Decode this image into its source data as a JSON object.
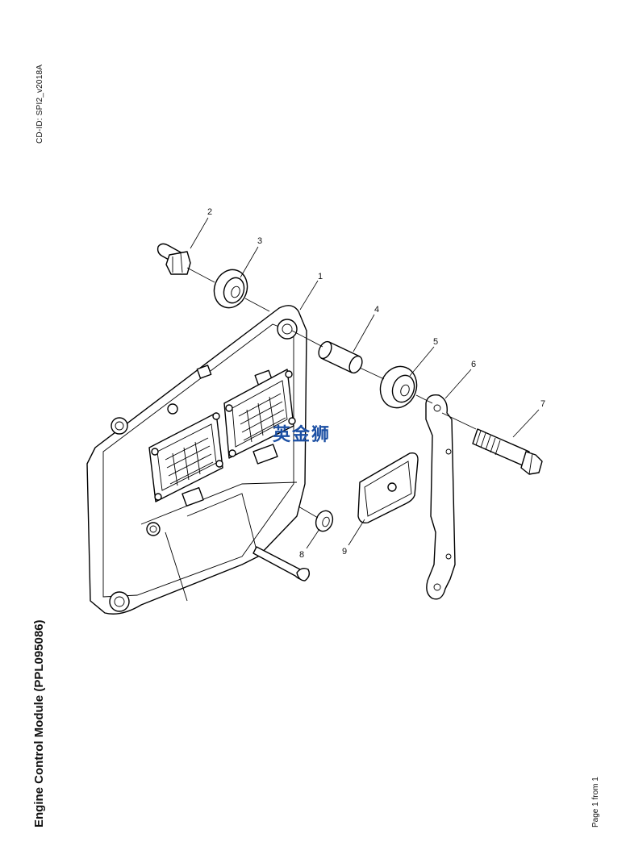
{
  "document": {
    "id_label": "CD-ID: SPI2_v2018A",
    "title": "Engine Control Module (PPL095086)",
    "page_label": "Page 1 from 1"
  },
  "watermark": {
    "text": "英金狮",
    "color": "#1b4fa3"
  },
  "callouts": [
    "1",
    "2",
    "3",
    "4",
    "5",
    "6",
    "7",
    "8",
    "9"
  ]
}
